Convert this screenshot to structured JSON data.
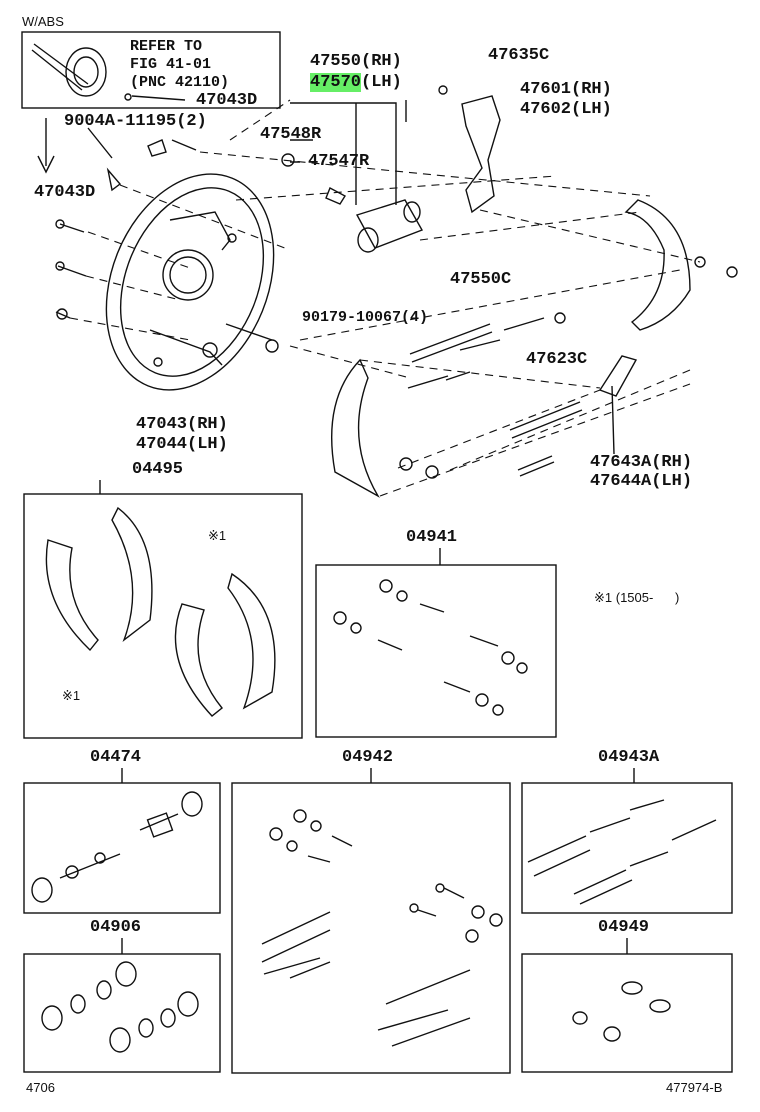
{
  "header_note": "W/ABS",
  "refer": {
    "line1": "REFER TO",
    "line2": "FIG 41-01",
    "line3": "(PNC 42110)",
    "part": "47043D"
  },
  "parts": {
    "p47550": "47550(RH)",
    "p47570": "47570",
    "p47570_suffix": "(LH)",
    "p47635C": "47635C",
    "p47601": "47601(RH)",
    "p47602": "47602(LH)",
    "p47548R": "47548R",
    "p47547R": "47547R",
    "p9004A": "9004A-11195(2)",
    "p47043D": "47043D",
    "p47550C": "47550C",
    "p90179": "90179-10067(4)",
    "p47623C": "47623C",
    "p47043": "47043(RH)",
    "p47044": "47044(LH)",
    "p47643A": "47643A(RH)",
    "p47644A": "47644A(LH)"
  },
  "kits": {
    "k04495": "04495",
    "k04941": "04941",
    "k04474": "04474",
    "k04942": "04942",
    "k04943A": "04943A",
    "k04906": "04906",
    "k04949": "04949"
  },
  "notes": {
    "mark1": "※1",
    "mark2": "※1",
    "footnote": "※1 (1505-      )"
  },
  "footer": {
    "left": "4706",
    "right": "477974-B"
  },
  "highlight_color": "#66ee66"
}
